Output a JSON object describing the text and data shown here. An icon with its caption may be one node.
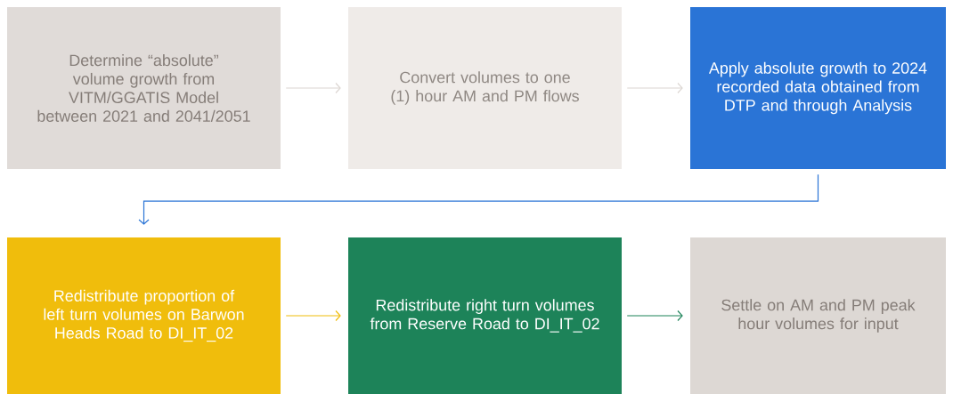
{
  "diagram": {
    "nodes": [
      {
        "text": [
          "Determine “absolute” volume growth from VITM/GGATIS Model between 2021 and 2041/2051"
        ]
      },
      {
        "text": [
          "Convert volumes to one (1) hour AM and PM flows"
        ]
      },
      {
        "text": [
          "Apply absolute growth to 2024 recorded data obtained from DTP and through Analysis"
        ]
      },
      {
        "text": [
          "Redistribute proportion of left turn volumes on Barwon Heads Road to DI_IT_02"
        ]
      },
      {
        "text": [
          "Redistribute right turn volumes from Reserve Road to DI_IT_02"
        ]
      },
      {
        "text": [
          "Settle on AM and PM peak hour volumes for input"
        ]
      }
    ],
    "edges": [
      {
        "from": 0,
        "to": 1,
        "arrow": "to",
        "color": "#dcd6d2"
      },
      {
        "from": 1,
        "to": 2,
        "arrow": "to",
        "color": "#dcd6d2"
      },
      {
        "from": 2,
        "to": 3,
        "arrow": "to",
        "color": "#2a74d6"
      },
      {
        "from": 3,
        "to": 4,
        "arrow": "to",
        "color": "#f0bd0c"
      },
      {
        "from": 4,
        "to": 5,
        "arrow": "to",
        "color": "#1d8359"
      }
    ]
  }
}
